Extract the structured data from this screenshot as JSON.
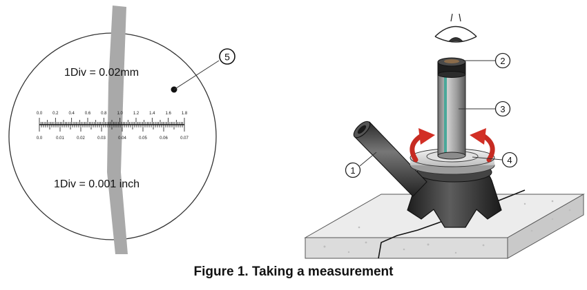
{
  "reticle": {
    "callout": "5",
    "upper_label": "1Div = 0.02mm",
    "lower_label": "1Div = 0.001 inch",
    "top_scale": [
      "0.0",
      "0.2",
      "0.4",
      "0.6",
      "0.8",
      "1.0",
      "1.2",
      "1.4",
      "1.6",
      "1.8"
    ],
    "bottom_scale": [
      "0.0",
      "0.01",
      "0.02",
      "0.03",
      "0.04",
      "0.05",
      "0.06",
      "0.07"
    ]
  },
  "device": {
    "callouts": [
      "1",
      "2",
      "3",
      "4"
    ]
  },
  "caption": "Figure 1. Taking a measurement",
  "colors": {
    "line": "#222222",
    "strand": "#a9a9a9",
    "arrow": "#d22f25",
    "tube_accent": "#4aa89a",
    "body_dark": "#2b2b2b",
    "slab": "#e8e8e8"
  }
}
